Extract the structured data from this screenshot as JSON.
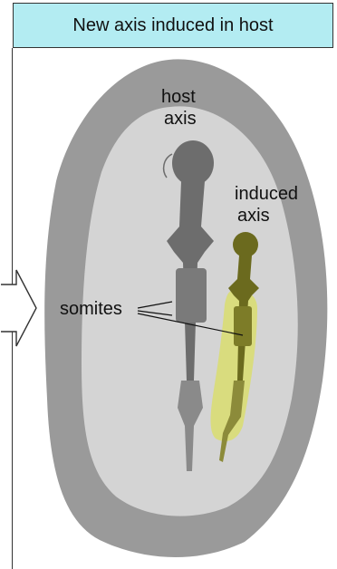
{
  "panel": {
    "title": "New axis induced in host"
  },
  "labels": {
    "host_axis_line1": "host",
    "host_axis_line2": "axis",
    "induced_axis_line1": "induced",
    "induced_axis_line2": "axis",
    "somites": "somites"
  },
  "colors": {
    "header_bg": "#b3ecf2",
    "outer_embryo": "#9a9a9a",
    "inner_embryo": "#d4d4d4",
    "host_axis": "#6d6d6d",
    "induced_axis": "#6b6a1e",
    "induced_glow": "#d9dc7e"
  }
}
